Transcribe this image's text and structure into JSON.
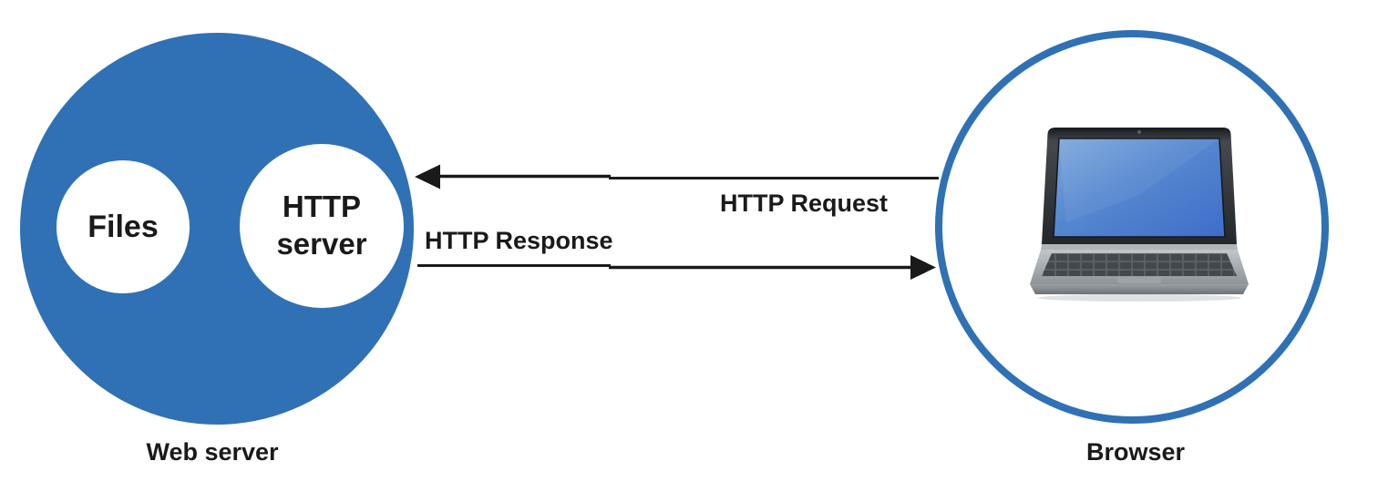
{
  "colors": {
    "accent": "#2F71B4",
    "arrow": "#1A1A1A",
    "text": "#1A1A1A"
  },
  "web_server": {
    "label": "Web server",
    "files_label": "Files",
    "http_server_label": "HTTP server"
  },
  "browser": {
    "label": "Browser",
    "icon": "laptop-icon"
  },
  "messages": {
    "request_label": "HTTP Request",
    "response_label": "HTTP Response"
  }
}
